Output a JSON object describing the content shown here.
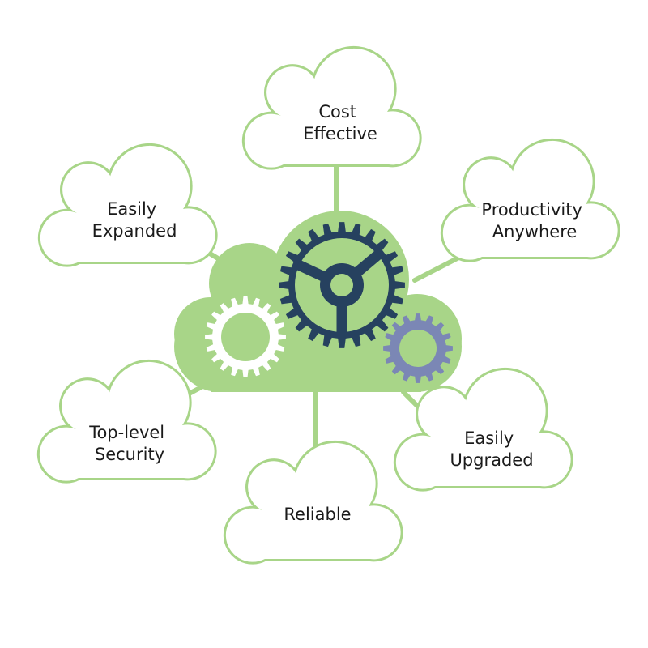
{
  "colors": {
    "cloud_outline": "#a8d588",
    "center_cloud_fill": "#a8d588",
    "main_gear": "#26415f",
    "white_gear": "#ffffff",
    "small_gear": "#7b87b5",
    "text": "#1a1a1a"
  },
  "center": {
    "icon": "cloud-gears-icon"
  },
  "benefits": [
    {
      "id": "cost-effective",
      "line1": "Cost",
      "line2": "Effective"
    },
    {
      "id": "productivity-anywhere",
      "line1": "Productivity",
      "line2": "Anywhere"
    },
    {
      "id": "easily-upgraded",
      "line1": "Easily",
      "line2": "Upgraded"
    },
    {
      "id": "reliable",
      "line1": "Reliable",
      "line2": ""
    },
    {
      "id": "top-level-security",
      "line1": "Top-level",
      "line2": "Security"
    },
    {
      "id": "easily-expanded",
      "line1": "Easily",
      "line2": "Expanded"
    }
  ]
}
